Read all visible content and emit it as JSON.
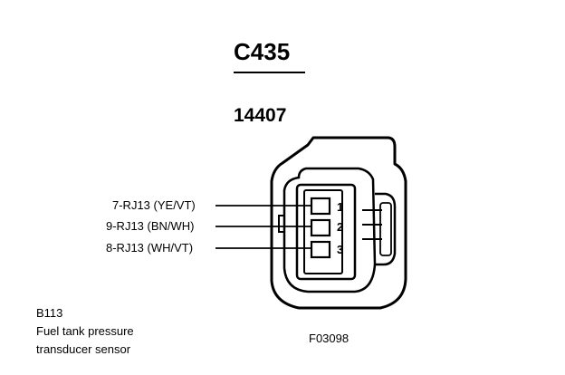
{
  "header": {
    "connector_id": "C435",
    "part_number": "14407"
  },
  "pins": [
    {
      "number": "1",
      "label": "7-RJ13 (YE/VT)"
    },
    {
      "number": "2",
      "label": "9-RJ13 (BN/WH)"
    },
    {
      "number": "3",
      "label": "8-RJ13 (WH/VT)"
    }
  ],
  "component": {
    "code": "B113",
    "description_line1": "Fuel tank pressure",
    "description_line2": "transducer sensor"
  },
  "figure_code": "F03098"
}
